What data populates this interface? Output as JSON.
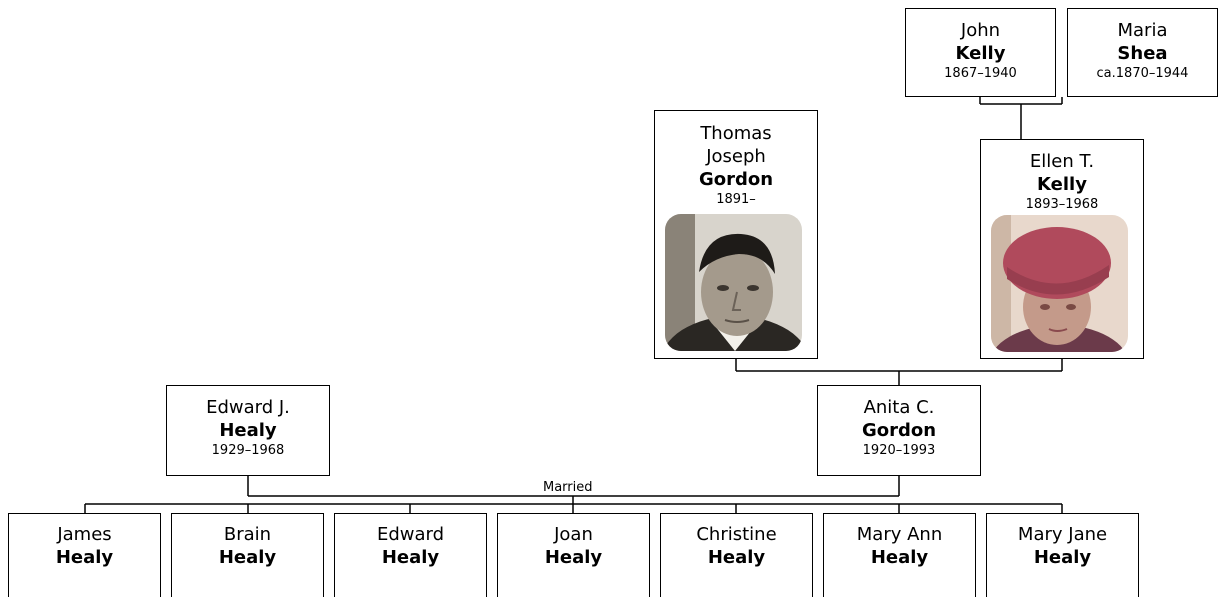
{
  "people": {
    "john_kelly": {
      "first": "John",
      "last": "Kelly",
      "dates": "1867–1940"
    },
    "maria_shea": {
      "first": "Maria",
      "last": "Shea",
      "dates": "ca.1870–1944"
    },
    "thomas_gordon": {
      "first": "Thomas Joseph",
      "last": "Gordon",
      "dates": "1891–",
      "photo": "portrait-photo"
    },
    "ellen_kelly": {
      "first": "Ellen T.",
      "last": "Kelly",
      "dates": "1893–1968",
      "photo": "portrait-photo"
    },
    "edward_healy_sr": {
      "first": "Edward J.",
      "last": "Healy",
      "dates": "1929–1968"
    },
    "anita_gordon": {
      "first": "Anita C.",
      "last": "Gordon",
      "dates": "1920–1993"
    }
  },
  "marriage_label": "Married",
  "children": [
    {
      "first": "James",
      "last": "Healy"
    },
    {
      "first": "Brain",
      "last": "Healy"
    },
    {
      "first": "Edward",
      "last": "Healy"
    },
    {
      "first": "Joan",
      "last": "Healy"
    },
    {
      "first": "Christine",
      "last": "Healy"
    },
    {
      "first": "Mary Ann",
      "last": "Healy"
    },
    {
      "first": "Mary Jane",
      "last": "Healy"
    }
  ]
}
